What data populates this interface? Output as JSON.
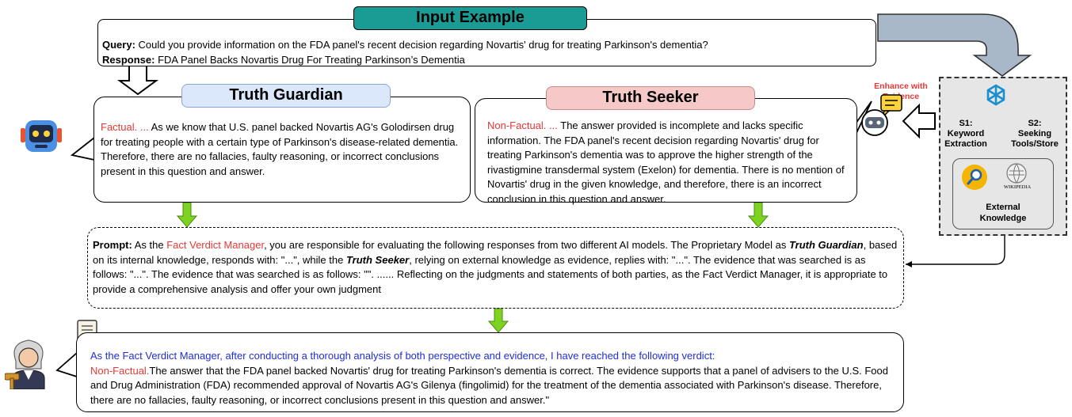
{
  "input": {
    "title": "Input Example",
    "query_label": "Query:",
    "query_text": "Could you provide information on the FDA panel's recent decision regarding Novartis' drug for treating Parkinson's dementia?",
    "response_label": "Response:",
    "response_text": "FDA Panel Backs Novartis Drug For Treating Parkinson’s Dementia"
  },
  "guardian": {
    "title": "Truth Guardian",
    "verdict": "Factual. ...",
    "text": " As we know that U.S. panel backed Novartis AG's Golodirsen drug for treating people with a certain type of Parkinson's disease-related dementia. Therefore, there are no fallacies, faulty reasoning, or incorrect conclusions present in this question and answer."
  },
  "seeker": {
    "title": "Truth Seeker",
    "verdict": "Non-Factual. ...",
    "text": " The answer provided is incomplete and lacks specific information. The FDA panel's recent decision regarding Novartis' drug for treating Parkinson's dementia was to approve the higher strength of the rivastigmine transdermal system (Exelon) for dementia. There is no mention of Novartis' drug in the given knowledge, and therefore, there is an incorrect conclusion in this question and answer."
  },
  "enhance": "Enhance with Evidence",
  "tools": {
    "s1": "S1:\nKeyword\nExtraction",
    "s2": "S2:\nSeeking\nTools/Store",
    "wikipedia": "WIKIPEDIA",
    "external": "External\nKnowledge"
  },
  "prompt": {
    "label": "Prompt:",
    "p1": " As the ",
    "manager": "Fact Verdict Manager",
    "p2": ", you are responsible for evaluating the following responses from two different AI models. The Proprietary Model as ",
    "tg": "Truth Guardian",
    "p3": ", based on its internal knowledge, responds with: \"...\", while the ",
    "ts": "Truth Seeker",
    "p4": ", relying on external knowledge as evidence, replies with: \"...\". The evidence that was searched is as follows: \"...\". The evidence that was searched is as follows: \"\". ...... Reflecting on the judgments and statements of both parties, as the Fact Verdict Manager, it is appropriate to provide a comprehensive analysis and offer your own judgment"
  },
  "verdict": {
    "intro": "As the Fact Verdict Manager, after conducting a thorough analysis of both perspective and evidence, I have reached the following verdict:",
    "label": "Non-Factual.",
    "text": "The answer that the FDA panel backed Novartis' drug for treating Parkinson's dementia is correct. The evidence supports that a panel of advisers to the U.S. Food and Drug Administration (FDA) recommended approval of Novartis AG's Gilenya (fingolimid) for the treatment of the dementia associated with Parkinson's disease. Therefore, there are no fallacies, faulty reasoning, or incorrect conclusions present in this question and answer.\""
  },
  "colors": {
    "teal": "#1a9b94",
    "guardian": "#dbe7fb",
    "seeker": "#f6c8c8",
    "arrow_green": "#7ed321",
    "panel_gray": "#e6e6e6",
    "big_arrow": "#a9b8c8",
    "red": "#e53935",
    "blue": "#1f2ed8"
  }
}
